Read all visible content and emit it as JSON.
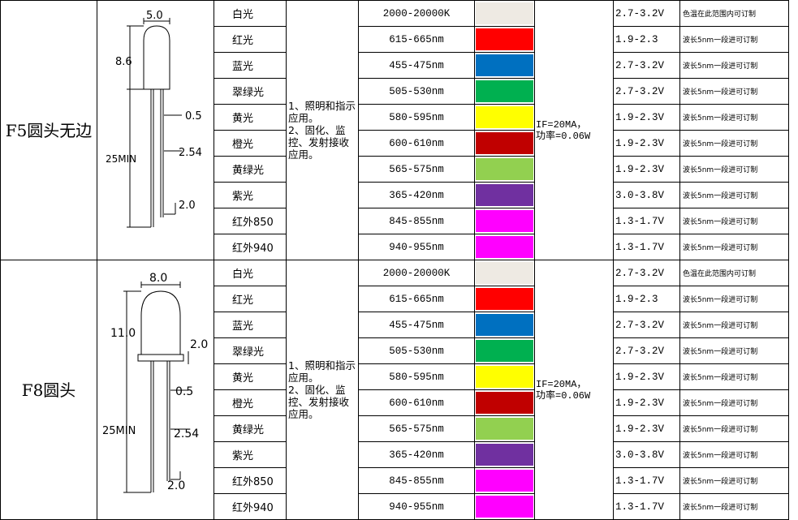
{
  "colors": {
    "white": "#EEEAE3",
    "red": "#FF0000",
    "blue": "#0070C0",
    "green": "#00B050",
    "yellow": "#FFFF00",
    "orange": "#C00000",
    "yellowgreen": "#92D050",
    "purple": "#7030A0",
    "ir850": "#FF00FF",
    "ir940": "#FF00FF"
  },
  "groups": [
    {
      "model": "F5圆头无边",
      "drawing": {
        "width": "5.0",
        "height": "8.6",
        "pin": "0.5",
        "pitch": "2.54",
        "length": "25MIN",
        "gap": "2.0"
      },
      "application": "1、照明和指示应用。\n2、固化、监控、发射接收应用。",
      "condition": "IF=20MA，\n功率=0.06W",
      "rows": [
        {
          "color": "白光",
          "wavelength": "2000-20000K",
          "swatch": "white",
          "voltage": "2.7-3.2V",
          "note": "色温在此范围内可订制"
        },
        {
          "color": "红光",
          "wavelength": "615-665nm",
          "swatch": "red",
          "voltage": "1.9-2.3",
          "note": "波长5nm一段进可订制"
        },
        {
          "color": "蓝光",
          "wavelength": "455-475nm",
          "swatch": "blue",
          "voltage": "2.7-3.2V",
          "note": "波长5nm一段进可订制"
        },
        {
          "color": "翠绿光",
          "wavelength": "505-530nm",
          "swatch": "green",
          "voltage": "2.7-3.2V",
          "note": "波长5nm一段进可订制"
        },
        {
          "color": "黄光",
          "wavelength": "580-595nm",
          "swatch": "yellow",
          "voltage": "1.9-2.3V",
          "note": "波长5nm一段进可订制"
        },
        {
          "color": "橙光",
          "wavelength": "600-610nm",
          "swatch": "orange",
          "voltage": "1.9-2.3V",
          "note": "波长5nm一段进可订制"
        },
        {
          "color": "黄绿光",
          "wavelength": "565-575nm",
          "swatch": "yellowgreen",
          "voltage": "1.9-2.3V",
          "note": "波长5nm一段进可订制"
        },
        {
          "color": "紫光",
          "wavelength": "365-420nm",
          "swatch": "purple",
          "voltage": "3.0-3.8V",
          "note": "波长5nm一段进可订制"
        },
        {
          "color": "红外850",
          "wavelength": "845-855nm",
          "swatch": "ir850",
          "voltage": "1.3-1.7V",
          "note": "波长5nm一段进可订制"
        },
        {
          "color": "红外940",
          "wavelength": "940-955nm",
          "swatch": "ir940",
          "voltage": "1.3-1.7V",
          "note": "波长5nm一段进可订制"
        }
      ]
    },
    {
      "model": "F8圆头",
      "drawing": {
        "width": "8.0",
        "height": "11.0",
        "flange": "2.0",
        "pin": "0.5",
        "pitch": "2.54",
        "length": "25MIN",
        "gap": "2.0"
      },
      "application": "1、照明和指示应用。\n2、固化、监控、发射接收应用。",
      "condition": "IF=20MA，\n功率=0.06W",
      "rows": [
        {
          "color": "白光",
          "wavelength": "2000-20000K",
          "swatch": "white",
          "voltage": "2.7-3.2V",
          "note": "色温在此范围内可订制"
        },
        {
          "color": "红光",
          "wavelength": "615-665nm",
          "swatch": "red",
          "voltage": "1.9-2.3",
          "note": "波长5nm一段进可订制"
        },
        {
          "color": "蓝光",
          "wavelength": "455-475nm",
          "swatch": "blue",
          "voltage": "2.7-3.2V",
          "note": "波长5nm一段进可订制"
        },
        {
          "color": "翠绿光",
          "wavelength": "505-530nm",
          "swatch": "green",
          "voltage": "2.7-3.2V",
          "note": "波长5nm一段进可订制"
        },
        {
          "color": "黄光",
          "wavelength": "580-595nm",
          "swatch": "yellow",
          "voltage": "1.9-2.3V",
          "note": "波长5nm一段进可订制"
        },
        {
          "color": "橙光",
          "wavelength": "600-610nm",
          "swatch": "orange",
          "voltage": "1.9-2.3V",
          "note": "波长5nm一段进可订制"
        },
        {
          "color": "黄绿光",
          "wavelength": "565-575nm",
          "swatch": "yellowgreen",
          "voltage": "1.9-2.3V",
          "note": "波长5nm一段进可订制"
        },
        {
          "color": "紫光",
          "wavelength": "365-420nm",
          "swatch": "purple",
          "voltage": "3.0-3.8V",
          "note": "波长5nm一段进可订制"
        },
        {
          "color": "红外850",
          "wavelength": "845-855nm",
          "swatch": "ir850",
          "voltage": "1.3-1.7V",
          "note": "波长5nm一段进可订制"
        },
        {
          "color": "红外940",
          "wavelength": "940-955nm",
          "swatch": "ir940",
          "voltage": "1.3-1.7V",
          "note": "波长5nm一段进可订制"
        }
      ]
    }
  ]
}
